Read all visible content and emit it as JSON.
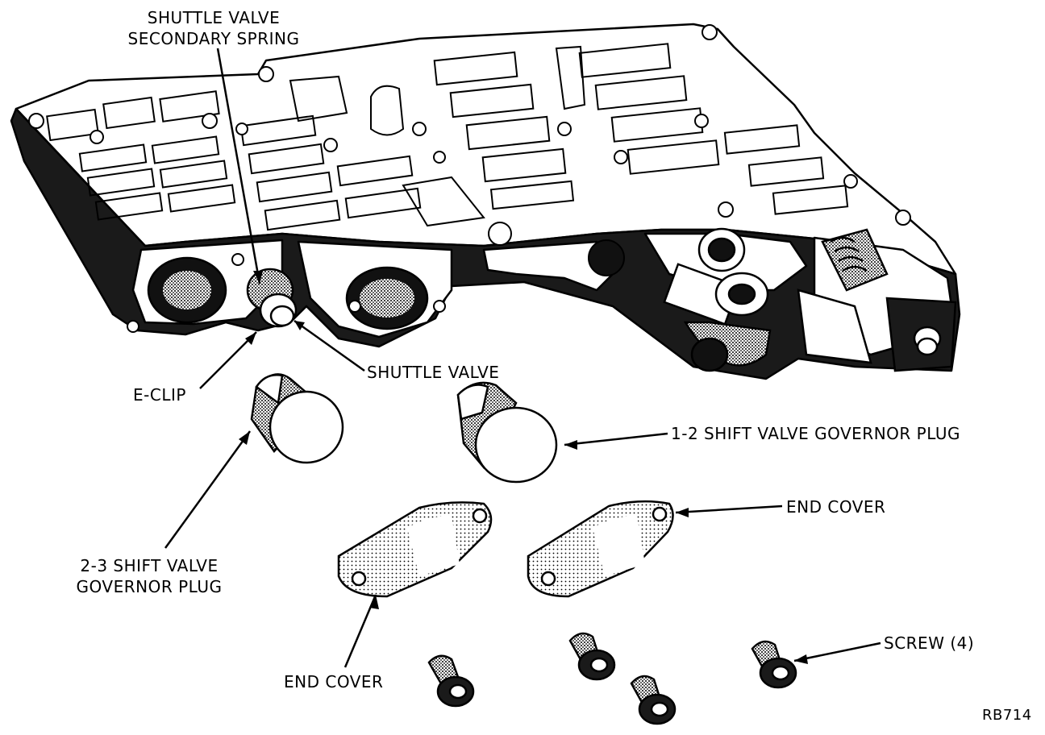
{
  "labels": {
    "shuttle_spring_line1": "SHUTTLE VALVE",
    "shuttle_spring_line2": "SECONDARY SPRING",
    "e_clip": "E-CLIP",
    "shuttle_valve": "SHUTTLE VALVE",
    "gov_plug_12": "1-2 SHIFT VALVE GOVERNOR PLUG",
    "end_cover_right": "END COVER",
    "gov_plug_23_line1": "2-3 SHIFT VALVE",
    "gov_plug_23_line2": "GOVERNOR PLUG",
    "end_cover_left": "END COVER",
    "screw": "SCREW (4)",
    "figure_code": "RB714"
  },
  "colors": {
    "ink": "#000000",
    "paper": "#ffffff",
    "shade": "#3a3a3a"
  }
}
